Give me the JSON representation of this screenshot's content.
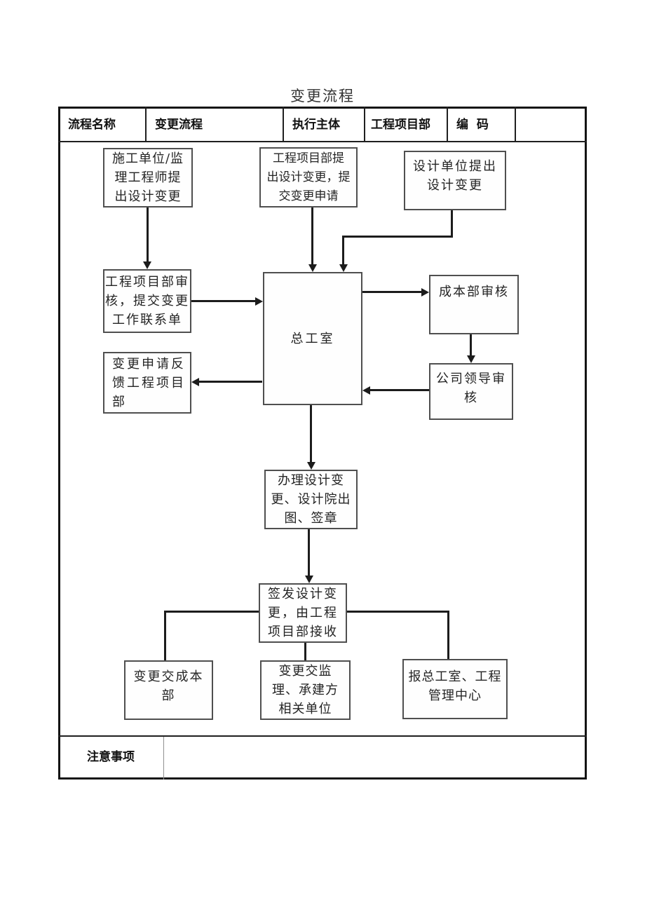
{
  "title": "变更流程",
  "header": {
    "cols": [
      "流程名称",
      "变更流程",
      "执行主体",
      "工程项目部",
      "编  码",
      ""
    ]
  },
  "diagram": {
    "nodes": {
      "construction_supervision_propose": "施工单位/监\n理工程师提\n出设计变更",
      "project_dept_propose": "工程项目部提\n出设计变更，提\n交变更申请",
      "design_unit_propose": "设计单位提出\n设计变更",
      "project_dept_review": "工程项目部审\n核，提交变更\n工作联系单",
      "chief_engineer_office": "总工室",
      "cost_dept_review": "成本部审核",
      "company_leaders_review": "公司领导审\n核",
      "feedback_to_project_dept": "变更申请反\n馈工程项目\n部",
      "handle_design_change": "办理设计变\n更、设计院出\n图、签章",
      "issue_design_change": "签发设计变\n更，由工程\n项目部接收",
      "change_to_cost_dept": "变更交成本\n部",
      "change_to_supervision_contractor": "变更交监\n理、承建方\n相关单位",
      "report_chief_office_mgmt_center": "报总工室、工程\n管理中心"
    }
  },
  "footer": {
    "label": "注意事项",
    "content": ""
  }
}
